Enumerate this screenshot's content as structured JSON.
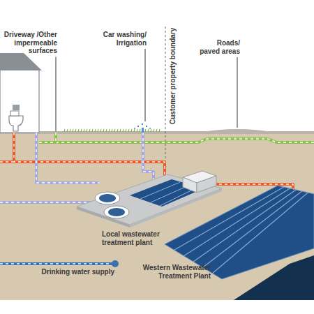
{
  "diagram": {
    "labels": [
      "Driveway /Other impermeable surfaces",
      "Car washing/ Irrigation",
      "Customer property boundary",
      "Roads/ paved areas",
      "Local wastewater treatment plant",
      "Western Wastewater Treatment Plant"
    ],
    "legend": [
      {
        "text": "Drinking water supply"
      }
    ]
  }
}
